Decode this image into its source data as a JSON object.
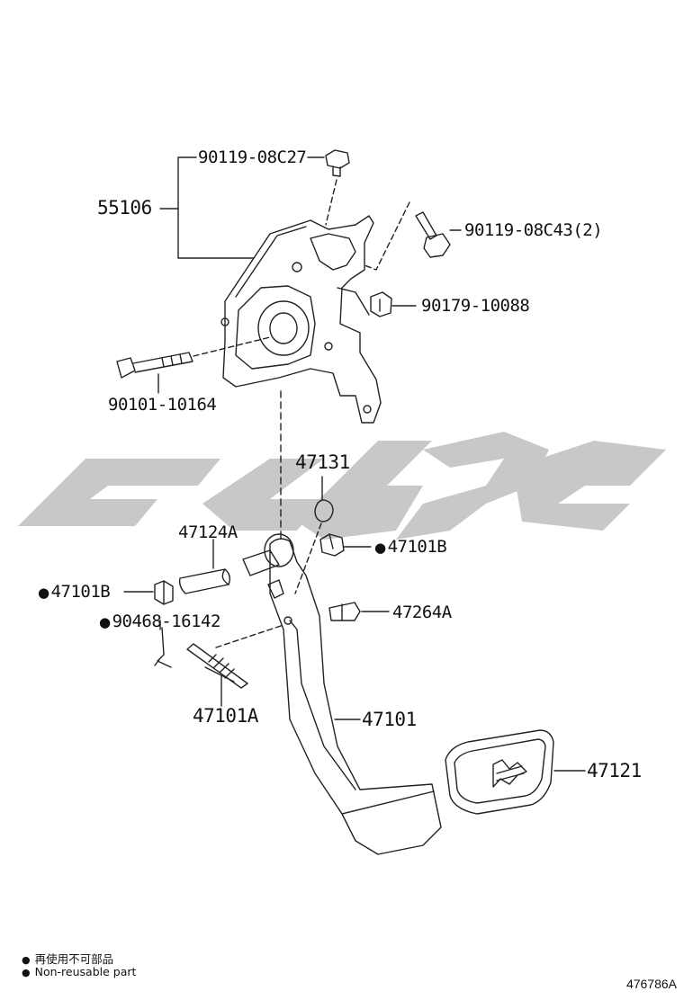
{
  "watermark_text": "GSGS",
  "parts": {
    "p55106": "55106",
    "p9011908C27": "90119-08C27",
    "p9011908C43": "90119-08C43(2)",
    "p9017910088": "90179-10088",
    "p9010110164": "90101-10164",
    "p47131": "47131",
    "p47124A": "47124A",
    "p47101B_right": "47101B",
    "p47101B_left": "47101B",
    "p47264A": "47264A",
    "p9046816142": "90468-16142",
    "p47101A": "47101A",
    "p47101": "47101",
    "p47121": "47121"
  },
  "marker_symbol": "●",
  "legend": {
    "line1": "再使用不可部品",
    "line2": "Non-reusable part"
  },
  "figure_id": "476786A",
  "colors": {
    "line": "#222222",
    "watermark": "#c8c8c8"
  }
}
